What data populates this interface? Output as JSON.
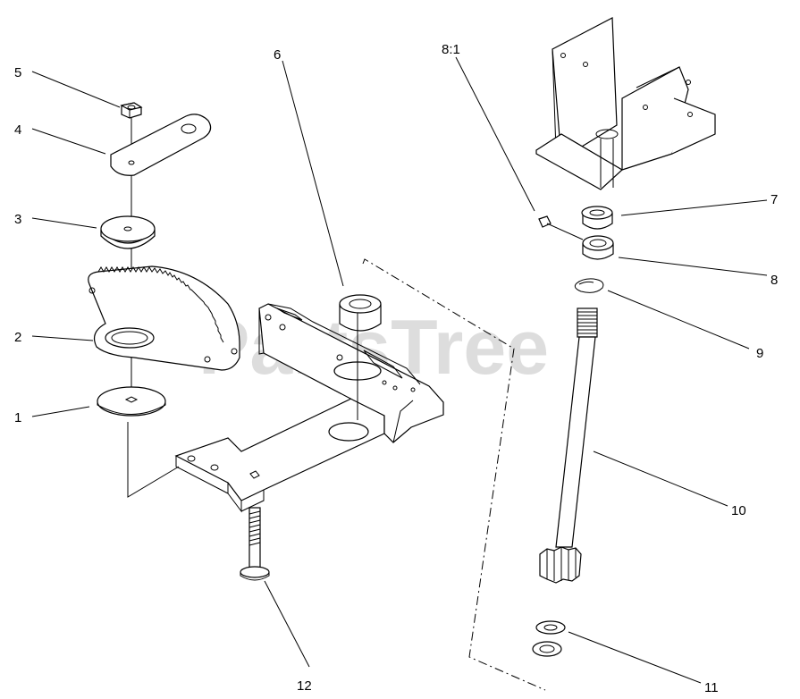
{
  "watermark": "PartsTree",
  "callouts": {
    "c1": "1",
    "c2": "2",
    "c3": "3",
    "c4": "4",
    "c5": "5",
    "c6": "6",
    "c7": "7",
    "c8": "8",
    "c8_1": "8:1",
    "c9": "9",
    "c10": "10",
    "c11": "11",
    "c12": "12"
  },
  "colors": {
    "line": "#000000",
    "watermark": "#c8c8c8",
    "background": "#ffffff"
  }
}
